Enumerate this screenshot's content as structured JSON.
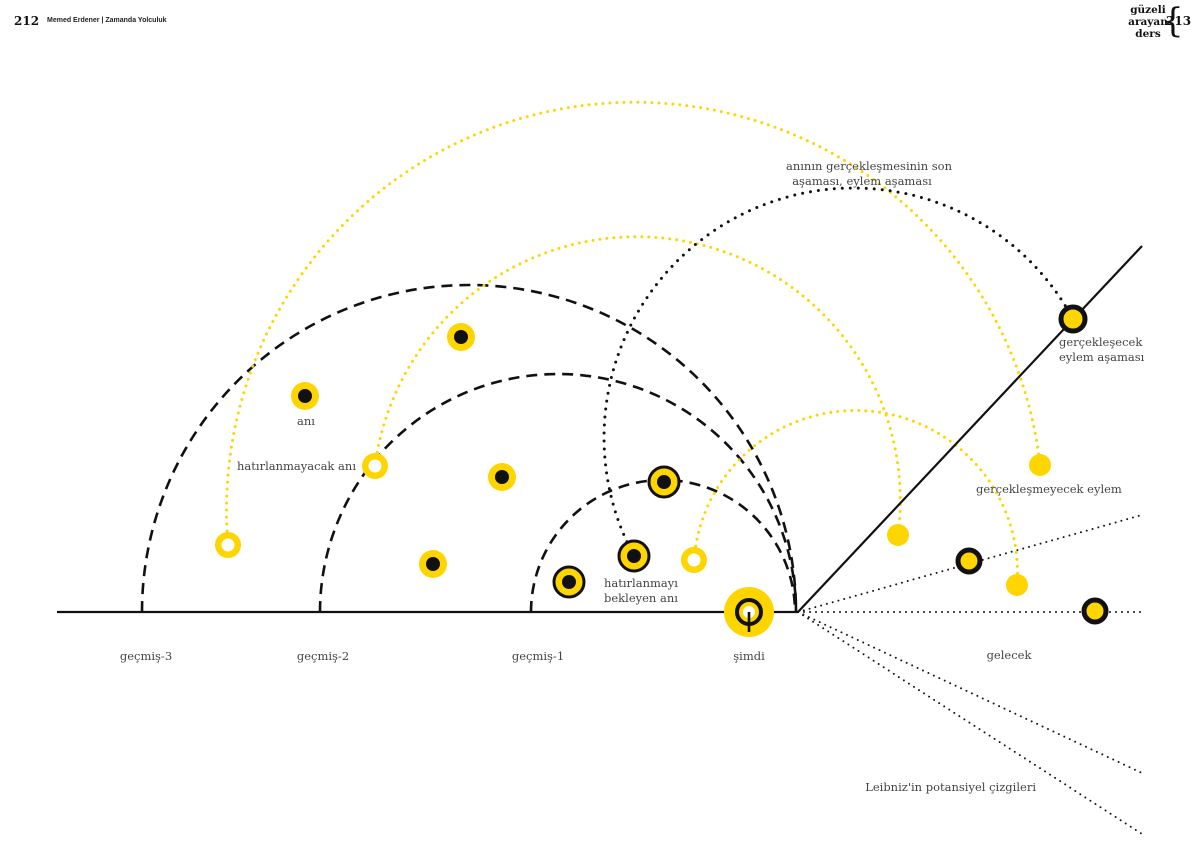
{
  "header": {
    "left_page_number": "212",
    "running_title": "Memed Erdener | Zamanda Yolculuk",
    "right_page_number": "213",
    "logo_lines": [
      "güzeli",
      "arayan",
      "ders"
    ]
  },
  "colors": {
    "accent_yellow": "#FFD500",
    "ink": "#111111"
  },
  "diagram": {
    "timeline_labels": {
      "past3": "geçmiş-3",
      "past2": "geçmiş-2",
      "past1": "geçmiş-1",
      "now": "şimdi",
      "future": "gelecek"
    },
    "annotations": {
      "memory": "anı",
      "unremembered_memory": "hatırlanmayacak anı",
      "awaiting_memory_line1": "hatırlanmayı",
      "awaiting_memory_line2": "bekleyen anı",
      "final_stage_line1": "anının gerçekleşmesinin son",
      "final_stage_line2": "aşaması, eylem aşaması",
      "realizing_stage_line1": "gerçekleşecek",
      "realizing_stage_line2": "eylem aşaması",
      "unrealized_action": "gerçekleşmeyecek eylem",
      "leibniz_lines": "Leibniz'in potansiyel çizgileri"
    }
  }
}
